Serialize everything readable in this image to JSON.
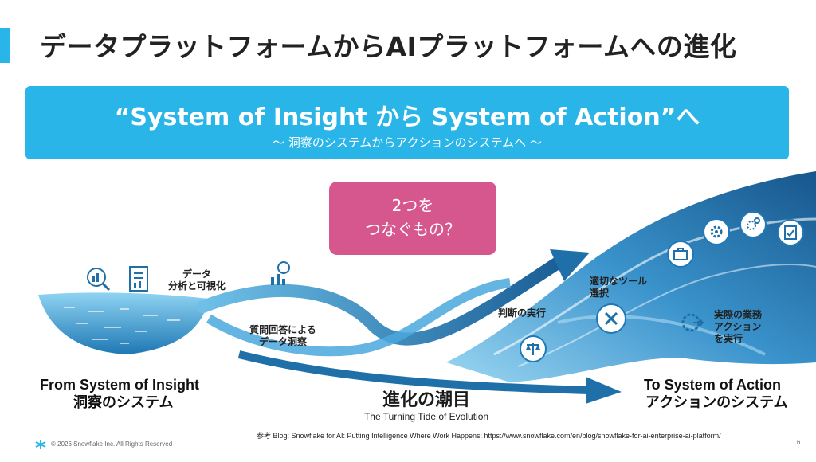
{
  "slide": {
    "title": "データプラットフォームからAIプラットフォームへの進化",
    "page_number": "6",
    "copyright": "© 2026 Snowflake Inc. All Rights Reserved"
  },
  "banner": {
    "main": "“System of Insight から System of Action”へ",
    "sub": "〜 洞察のシステムからアクションのシステムへ 〜"
  },
  "callout": {
    "line1": "2つを",
    "line2": "つなぐもの？"
  },
  "labels": {
    "data_analysis_line1": "データ",
    "data_analysis_line2": "分析と可視化",
    "qa_line1": "質問回答による",
    "qa_line2": "データ洞察",
    "decision": "判断の実行",
    "tool_line1": "適切なツール",
    "tool_line2": "選択",
    "action_line1": "実際の業務",
    "action_line2": "アクション",
    "action_line3": "を実行",
    "from_en": "From System of Insight",
    "from_ja": "洞察のシステム",
    "center_ja": "進化の潮目",
    "center_en": "The Turning Tide of Evolution",
    "to_en": "To System of Action",
    "to_ja": "アクションのシステム"
  },
  "reference": "参考 Blog: Snowflake for AI: Putting Intelligence Where Work Happens: https://www.snowflake.com/en/blog/snowflake-for-ai-enterprise-ai-platform/",
  "icons": [
    "analytics-icon",
    "report-icon",
    "chart-search-icon",
    "scale-icon",
    "tools-icon",
    "briefcase-icon",
    "gear-icon",
    "gears-icon",
    "checklist-icon",
    "gear-arrow-icon",
    "snowflake-logo"
  ],
  "colors": {
    "accent": "#29b5e8",
    "callout": "#d6578d",
    "wave_dark": "#1f6fa8",
    "wave_light": "#7cc6ea"
  }
}
